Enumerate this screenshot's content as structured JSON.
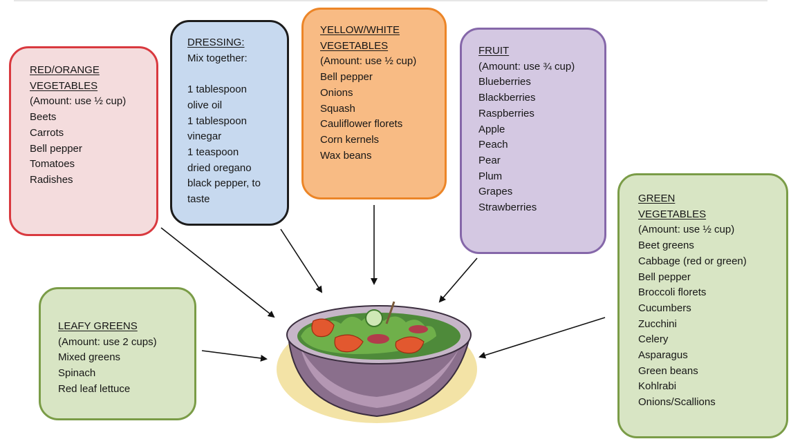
{
  "red_orange": {
    "title": "RED/ORANGE VEGETABLES",
    "amount": "(Amount: use ½ cup)",
    "items": [
      "Beets",
      "Carrots",
      "Bell pepper",
      "Tomatoes",
      "Radishes"
    ],
    "colors": {
      "fill": "#f4dcdd",
      "border": "#d9393f"
    }
  },
  "dressing": {
    "title": "DRESSING:",
    "intro": "Mix together:",
    "lines": [
      "1 tablespoon",
      "olive oil",
      "1 tablespoon",
      "vinegar",
      "1 teaspoon",
      "dried oregano",
      "black pepper, to",
      "taste"
    ],
    "colors": {
      "fill": "#c7d9ef",
      "border": "#1c1c1c"
    }
  },
  "yellow_white": {
    "title": "YELLOW/WHITE VEGETABLES",
    "amount": "(Amount: use ½ cup)",
    "items": [
      "Bell pepper",
      "Onions",
      "Squash",
      "Cauliflower florets",
      "Corn kernels",
      "Wax beans"
    ],
    "colors": {
      "fill": "#f8bb84",
      "border": "#ec8527"
    }
  },
  "fruit": {
    "title": "FRUIT",
    "amount": "(Amount: use ¾ cup)",
    "items": [
      "Blueberries",
      "Blackberries",
      "Raspberries",
      "Apple",
      "Peach",
      "Pear",
      "Plum",
      "Grapes",
      "Strawberries"
    ],
    "colors": {
      "fill": "#d4c8e2",
      "border": "#8567a9"
    }
  },
  "green": {
    "title": "GREEN VEGETABLES",
    "amount": "(Amount: use ½ cup)",
    "items": [
      "Beet greens",
      "Cabbage (red or green)",
      "Bell pepper",
      "Broccoli florets",
      "Cucumbers",
      "Zucchini",
      "Celery",
      "Asparagus",
      "Green beans",
      "Kohlrabi",
      "Onions/Scallions"
    ],
    "colors": {
      "fill": "#d8e5c4",
      "border": "#7a9c47"
    }
  },
  "leafy": {
    "title": "LEAFY GREENS",
    "amount": "(Amount: use 2 cups)",
    "items": [
      "Mixed greens",
      "Spinach",
      "Red leaf lettuce"
    ],
    "colors": {
      "fill": "#d8e5c4",
      "border": "#7a9c47"
    }
  },
  "center_image": {
    "icon": "salad-bowl-icon"
  }
}
